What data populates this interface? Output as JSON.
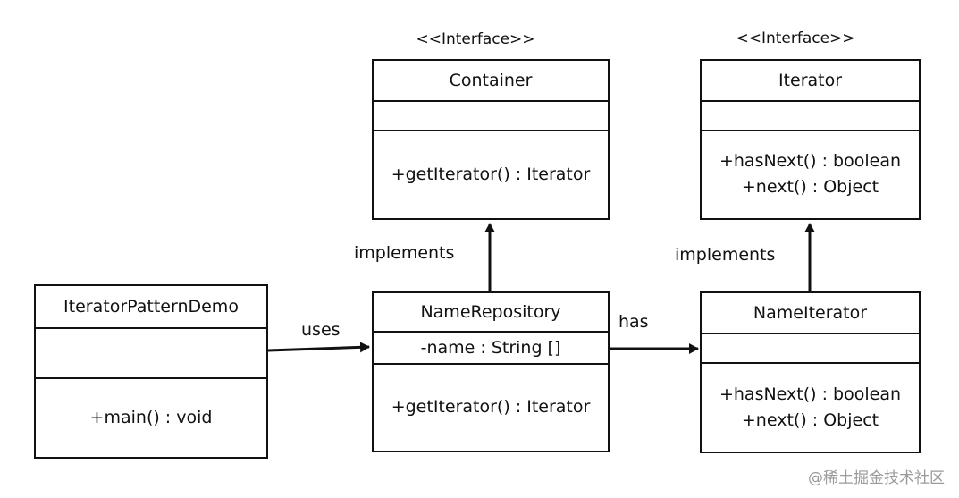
{
  "stereotypes": {
    "container": "<<Interface>>",
    "iterator": "<<Interface>>"
  },
  "classes": {
    "container": {
      "name": "Container",
      "attributes": "",
      "methods": [
        "+getIterator() : Iterator"
      ]
    },
    "iterator": {
      "name": "Iterator",
      "attributes": "",
      "methods": [
        "+hasNext()  : boolean",
        "+next() : Object"
      ]
    },
    "demo": {
      "name": "IteratorPatternDemo",
      "attributes": "",
      "methods": [
        "+main()  : void"
      ]
    },
    "repository": {
      "name": "NameRepository",
      "attributes": "-name  : String []",
      "methods": [
        "+getIterator() : Iterator"
      ]
    },
    "nameiterator": {
      "name": "NameIterator",
      "attributes": "",
      "methods": [
        "+hasNext()  : boolean",
        "+next() : Object"
      ]
    }
  },
  "relations": {
    "uses": "uses",
    "has": "has",
    "implements_left": "implements",
    "implements_right": "implements"
  },
  "watermark": "@稀土掘金技术社区"
}
